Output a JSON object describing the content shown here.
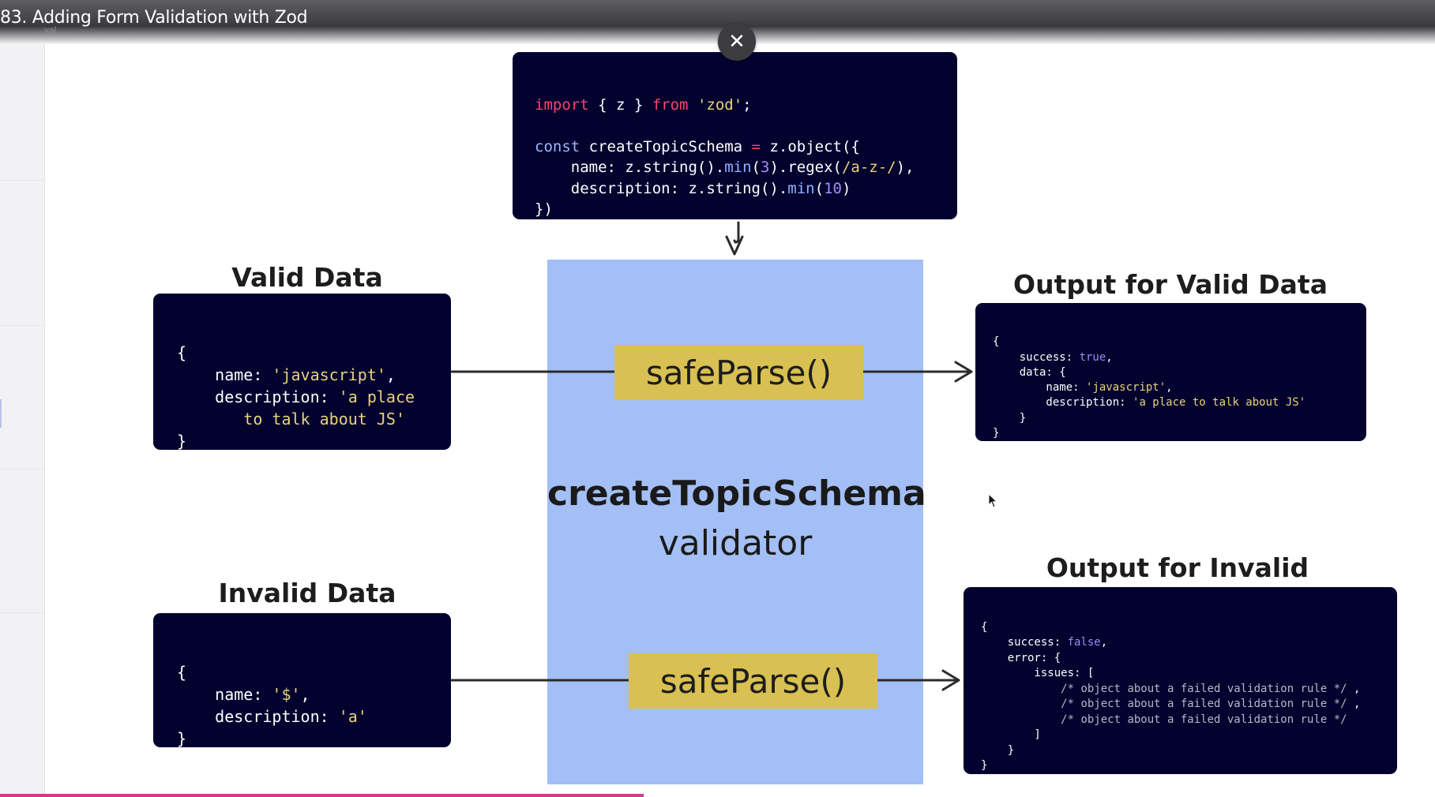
{
  "window": {
    "title": "83. Adding Form Validation with Zod",
    "overlay_label": "val"
  },
  "close_button": {
    "symbol": "✕"
  },
  "schema_code": {
    "line1": {
      "import_kw": "import",
      "mid": " { z } ",
      "from_kw": "from",
      "space": " ",
      "module": "'zod'",
      "end": ";"
    },
    "line3": {
      "const_kw": "const",
      "ident": " createTopicSchema ",
      "eq": "=",
      "call": " z.object({"
    },
    "line4": {
      "indent": "    name: z.string().",
      "min": "min",
      "p1": "(",
      "n3": "3",
      "p2": ").regex(",
      "regex": "/a-z-/",
      "end": "),"
    },
    "line5": {
      "indent": "    description: z.string().",
      "min": "min",
      "p1": "(",
      "n10": "10",
      "end": ")"
    },
    "line6": "})"
  },
  "valid_data": {
    "heading": "Valid Data",
    "open": "{",
    "name_key": "    name: ",
    "name_val": "'javascript'",
    "comma": ",",
    "desc_key": "    description: ",
    "desc_val1": "'a place",
    "desc_val2": "       to talk about JS'",
    "close": "}"
  },
  "invalid_data": {
    "heading": "Invalid Data",
    "open": "{",
    "name_key": "    name: ",
    "name_val": "'$'",
    "comma": ",",
    "desc_key": "    description: ",
    "desc_val": "'a'",
    "close": "}"
  },
  "validator": {
    "top_method": "safeParse()",
    "bottom_method": "safeParse()",
    "schema_name": "createTopicSchema",
    "schema_sub": "validator"
  },
  "output_valid": {
    "heading": "Output for Valid Data",
    "open": "{",
    "success_key": "    success: ",
    "success_val": "true",
    "comma": ",",
    "data_line": "    data: {",
    "name_key": "        name: ",
    "name_val": "'javascript'",
    "desc_key": "        description: ",
    "desc_val": "'a place to talk about JS'",
    "inner_close": "    }",
    "close": "}"
  },
  "output_invalid": {
    "heading": "Output for Invalid",
    "open": "{",
    "success_key": "    success: ",
    "success_val": "false",
    "comma": ",",
    "error_line": "    error: {",
    "issues_line": "        issues: [",
    "issue_indent": "            ",
    "issue1": "/* object about a failed validation rule */",
    "issue1_sep": " ,",
    "issue2": "/* object about a failed validation rule */",
    "issue2_sep": " ,",
    "issue3": "/* object about a failed validation rule */",
    "issues_close": "        ]",
    "error_close": "    }",
    "close": "}"
  },
  "colors": {
    "code_bg": "#03022e",
    "keyword_red": "#f44467",
    "string_yellow": "#e9d27c",
    "panel_blue": "#a3bff5",
    "method_gold": "#d8c052"
  },
  "icons": [
    "close-icon",
    "mouse-cursor-icon",
    "arrow-down-icon",
    "arrow-right-icon"
  ]
}
